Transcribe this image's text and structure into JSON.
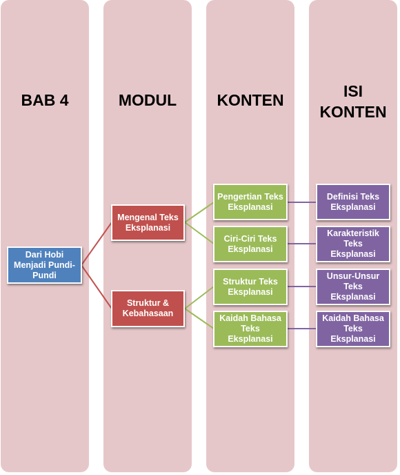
{
  "columns": [
    {
      "title": "BAB 4"
    },
    {
      "title": "MODUL"
    },
    {
      "title": "KONTEN"
    },
    {
      "title": "ISI\nKONTEN"
    }
  ],
  "colors": {
    "root": "#4f81bd",
    "module": "#c0504d",
    "content": "#9bbb59",
    "detail": "#8064a2",
    "column_bg": "#e6c7c9"
  },
  "tree": {
    "root": "Dari Hobi Menjadi Pundi-Pundi",
    "modules": [
      {
        "label": "Mengenal Teks Eksplanasi",
        "contents": [
          {
            "label": "Pengertian Teks Eksplanasi",
            "detail": "Definisi Teks Eksplanasi"
          },
          {
            "label": "Ciri-Ciri Teks Eksplanasi",
            "detail": "Karakteristik Teks Eksplanasi"
          }
        ]
      },
      {
        "label": "Struktur & Kebahasaan",
        "contents": [
          {
            "label": "Struktur Teks Eksplanasi",
            "detail": "Unsur-Unsur Teks Eksplanasi"
          },
          {
            "label": "Kaidah Bahasa Teks Eksplanasi",
            "detail": "Kaidah Bahasa Teks Eksplanasi"
          }
        ]
      }
    ]
  }
}
